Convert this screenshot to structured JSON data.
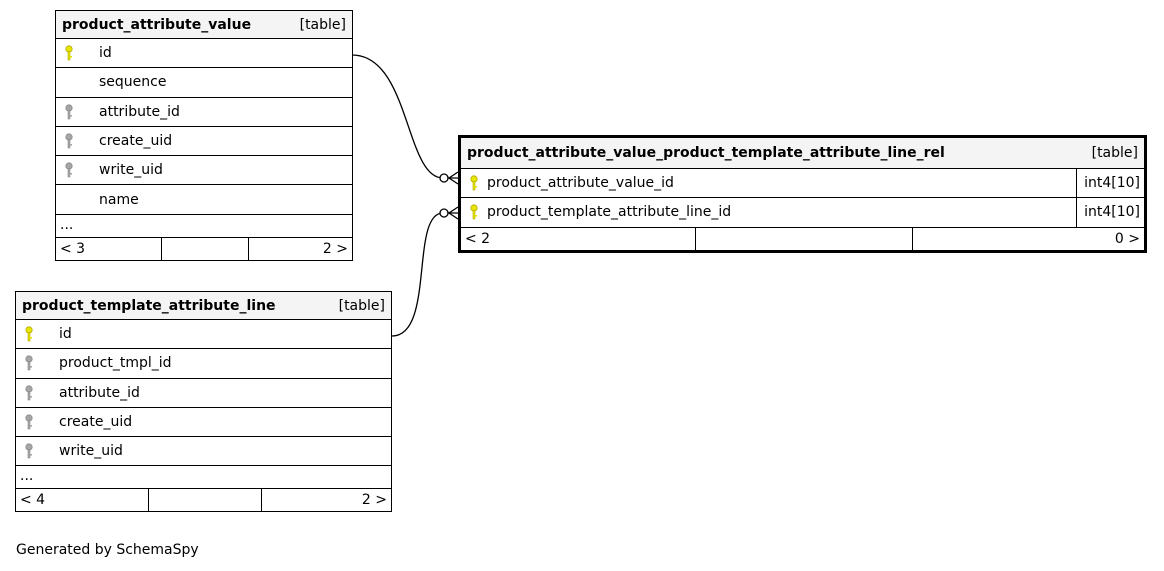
{
  "colors": {
    "primary_key": "#e6e600",
    "foreign_key": "#a6a6a6",
    "header_bg": "#f4f4f4",
    "line": "#000000"
  },
  "tables": {
    "pav": {
      "name": "product_attribute_value",
      "kind": "[table]",
      "columns": [
        {
          "name": "id",
          "key": "primary"
        },
        {
          "name": "sequence",
          "key": "none"
        },
        {
          "name": "attribute_id",
          "key": "foreign"
        },
        {
          "name": "create_uid",
          "key": "foreign"
        },
        {
          "name": "write_uid",
          "key": "foreign"
        },
        {
          "name": "name",
          "key": "none"
        }
      ],
      "ellipsis": "...",
      "footer_left": "< 3",
      "footer_right": "2 >"
    },
    "ptal": {
      "name": "product_template_attribute_line",
      "kind": "[table]",
      "columns": [
        {
          "name": "id",
          "key": "primary"
        },
        {
          "name": "product_tmpl_id",
          "key": "foreign"
        },
        {
          "name": "attribute_id",
          "key": "foreign"
        },
        {
          "name": "create_uid",
          "key": "foreign"
        },
        {
          "name": "write_uid",
          "key": "foreign"
        }
      ],
      "ellipsis": "...",
      "footer_left": "< 4",
      "footer_right": "2 >"
    },
    "rel": {
      "name": "product_attribute_value_product_template_attribute_line_rel",
      "kind": "[table]",
      "columns": [
        {
          "name": "product_attribute_value_id",
          "key": "primary",
          "type": "int4[10]"
        },
        {
          "name": "product_template_attribute_line_id",
          "key": "primary",
          "type": "int4[10]"
        }
      ],
      "footer_left": "< 2",
      "footer_right": "0 >"
    }
  },
  "credit": "Generated by SchemaSpy"
}
